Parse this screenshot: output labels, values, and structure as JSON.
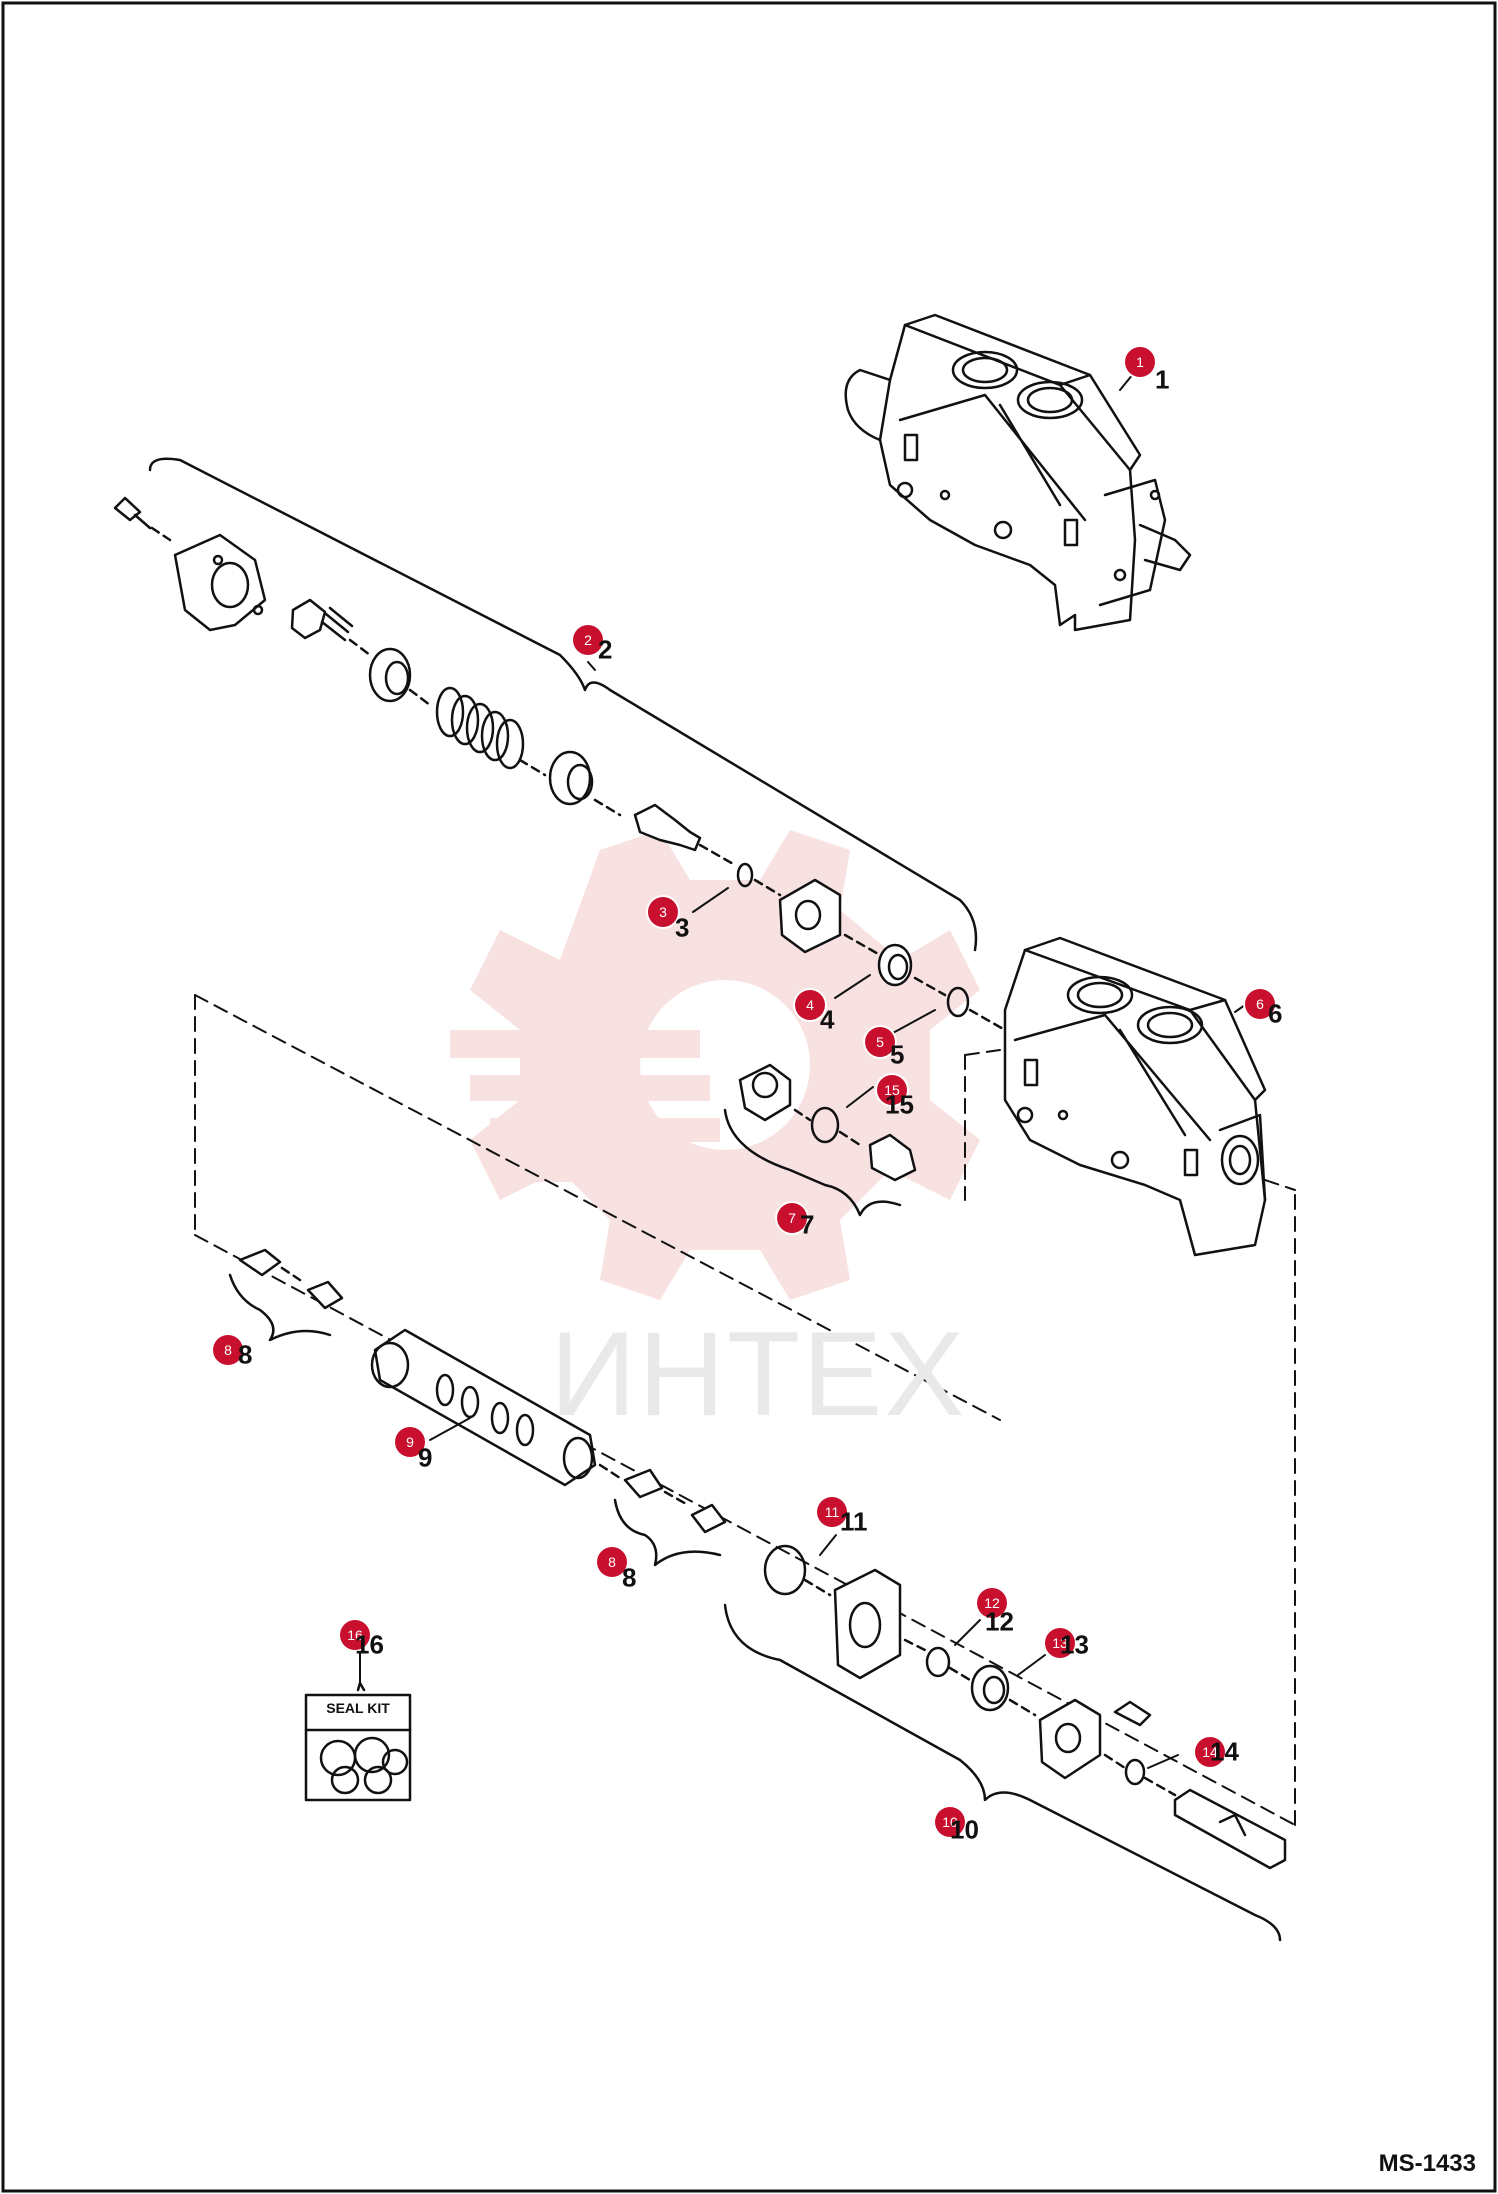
{
  "drawing_id": "MS-1433",
  "watermark": "ИНТЕХ",
  "seal_kit_label": "SEAL KIT",
  "colors": {
    "callout": "#c8102e",
    "linework": "#111111",
    "watermark": "#f3c9c9"
  },
  "callouts": [
    {
      "id": "c1",
      "label": "1",
      "part": "1"
    },
    {
      "id": "c2",
      "label": "2",
      "part": "2"
    },
    {
      "id": "c3",
      "label": "3",
      "part": "3"
    },
    {
      "id": "c4",
      "label": "4",
      "part": "4"
    },
    {
      "id": "c5",
      "label": "5",
      "part": "5"
    },
    {
      "id": "c6",
      "label": "6",
      "part": "6"
    },
    {
      "id": "c7",
      "label": "7",
      "part": "7"
    },
    {
      "id": "c8a",
      "label": "8",
      "part": "8"
    },
    {
      "id": "c9",
      "label": "9",
      "part": "9"
    },
    {
      "id": "c8b",
      "label": "8",
      "part": "8"
    },
    {
      "id": "c11",
      "label": "11",
      "part": "11"
    },
    {
      "id": "c12",
      "label": "12",
      "part": "12"
    },
    {
      "id": "c13",
      "label": "13",
      "part": "13"
    },
    {
      "id": "c14",
      "label": "14",
      "part": "14"
    },
    {
      "id": "c10",
      "label": "10",
      "part": "10"
    },
    {
      "id": "c15",
      "label": "15",
      "part": "15"
    },
    {
      "id": "c16",
      "label": "16",
      "part": "16"
    }
  ]
}
